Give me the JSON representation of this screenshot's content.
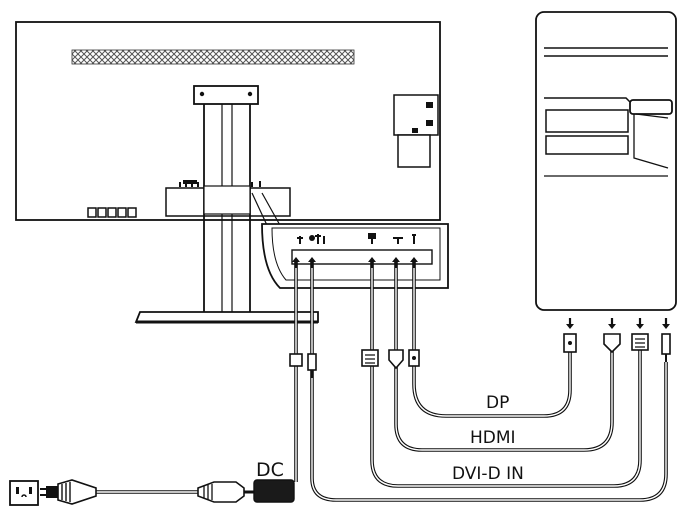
{
  "labels": {
    "dp": "DP",
    "hdmi": "HDMI",
    "dvi": "DVI-D IN",
    "dc": "DC"
  },
  "colors": {
    "line": "#111111",
    "background": "#ffffff"
  },
  "icons": [
    "monitor-back",
    "monitor-stand",
    "port-panel",
    "pc-tower",
    "power-outlet-icon",
    "power-plug-icon",
    "power-adapter",
    "dp-connector-icon",
    "hdmi-connector-icon",
    "dvi-connector-icon",
    "audio-connector-icon",
    "arrow-down-icon",
    "arrow-up-icon"
  ]
}
